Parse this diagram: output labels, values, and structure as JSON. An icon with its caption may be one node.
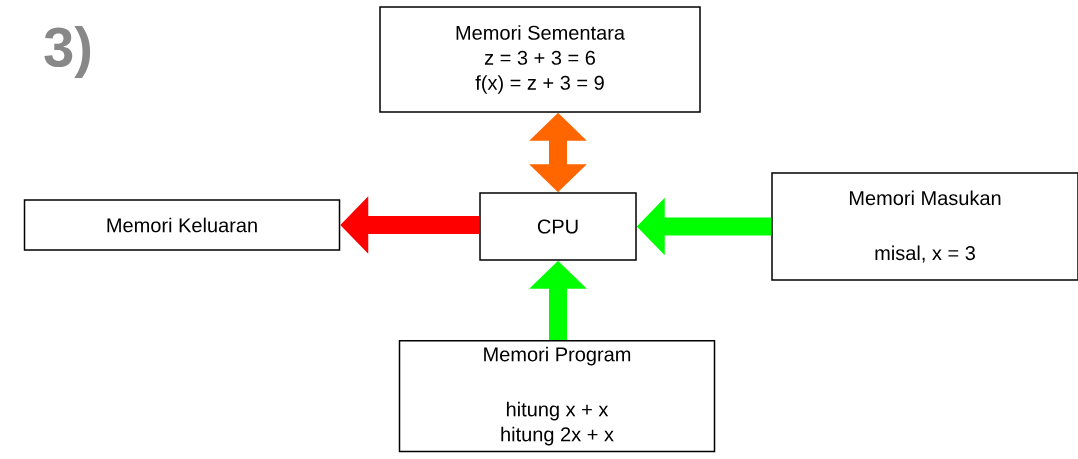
{
  "diagram": {
    "nodes": [
      {
        "text": [
          "CPU"
        ]
      },
      {
        "text": [
          "Memori Sementara",
          "z = 3 + 3 = 6",
          "f(x) = z + 3 = 9"
        ]
      },
      {
        "text": [
          "Memori Masukan",
          "misal, x = 3"
        ]
      },
      {
        "text": [
          "Memori Keluaran"
        ]
      },
      {
        "text": [
          "Memori Program",
          "hitung x + x",
          "hitung 2x + x"
        ]
      }
    ],
    "edges": [
      {
        "from": 1,
        "to": 0,
        "arrow": "both",
        "color": "#ff6600"
      },
      {
        "from": 0,
        "to": 3,
        "arrow": "to",
        "color": "#ff0000"
      },
      {
        "from": 2,
        "to": 0,
        "arrow": "to"
      },
      {
        "from": 4,
        "to": 0,
        "arrow": "to"
      }
    ],
    "labels": [
      "3)"
    ]
  }
}
